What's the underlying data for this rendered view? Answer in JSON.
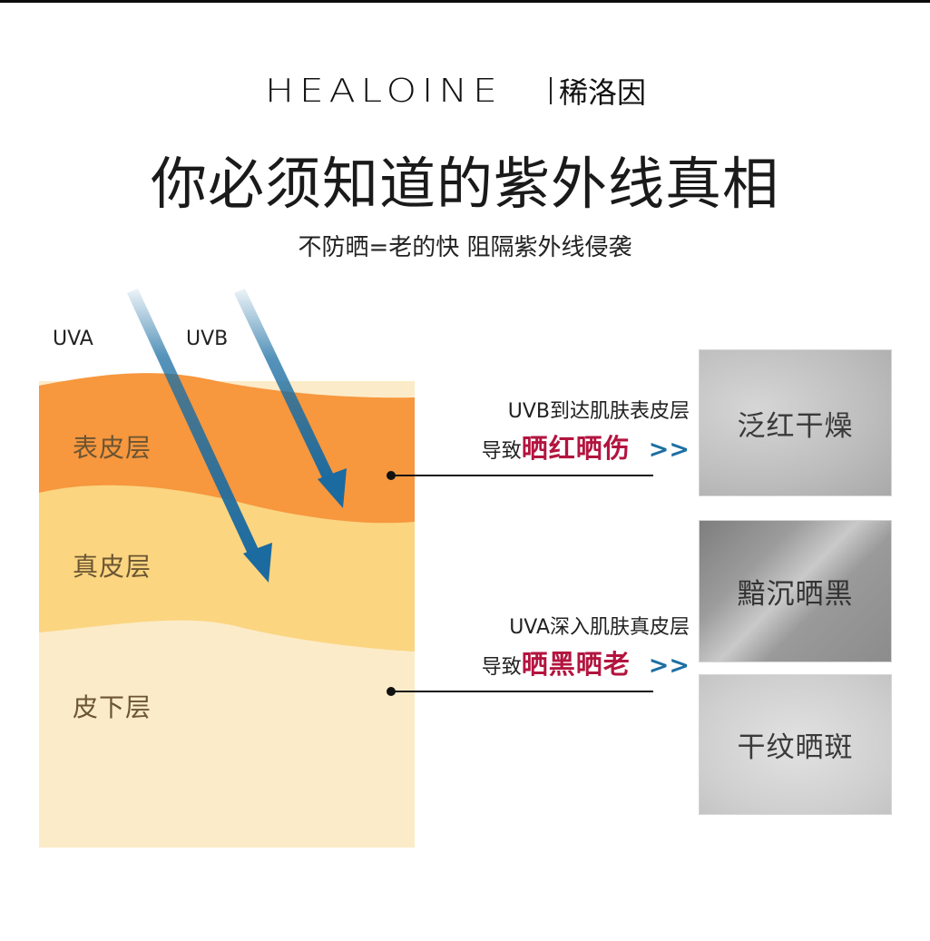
{
  "brand": {
    "name_en": "HEALOINE",
    "name_cn": "稀洛因"
  },
  "header": {
    "title": "你必须知道的紫外线真相",
    "subtitle": "不防晒=老的快 阻隔紫外线侵袭"
  },
  "diagram": {
    "rays": [
      {
        "label": "UVA",
        "color": "#1d6fa3"
      },
      {
        "label": "UVB",
        "color": "#1d6fa3"
      }
    ],
    "layers": [
      {
        "label": "表皮层",
        "color": "#f7973e"
      },
      {
        "label": "真皮层",
        "color": "#fbd580"
      },
      {
        "label": "皮下层",
        "color": "#fcebc8"
      }
    ],
    "callouts": [
      {
        "line1": "UVB到达肌肤表皮层",
        "prefix": "导致",
        "highlight": "晒红晒伤",
        "arrow": ">>"
      },
      {
        "line1": "UVA深入肌肤真皮层",
        "prefix": "导致",
        "highlight": "晒黑晒老",
        "arrow": ">>"
      }
    ],
    "effects": [
      {
        "label": "泛红干燥"
      },
      {
        "label": "黯沉晒黑"
      },
      {
        "label": "干纹晒斑"
      }
    ],
    "colors": {
      "highlight": "#b3143f",
      "arrow": "#1d6fa3",
      "ray": "#1d6fa3"
    }
  }
}
